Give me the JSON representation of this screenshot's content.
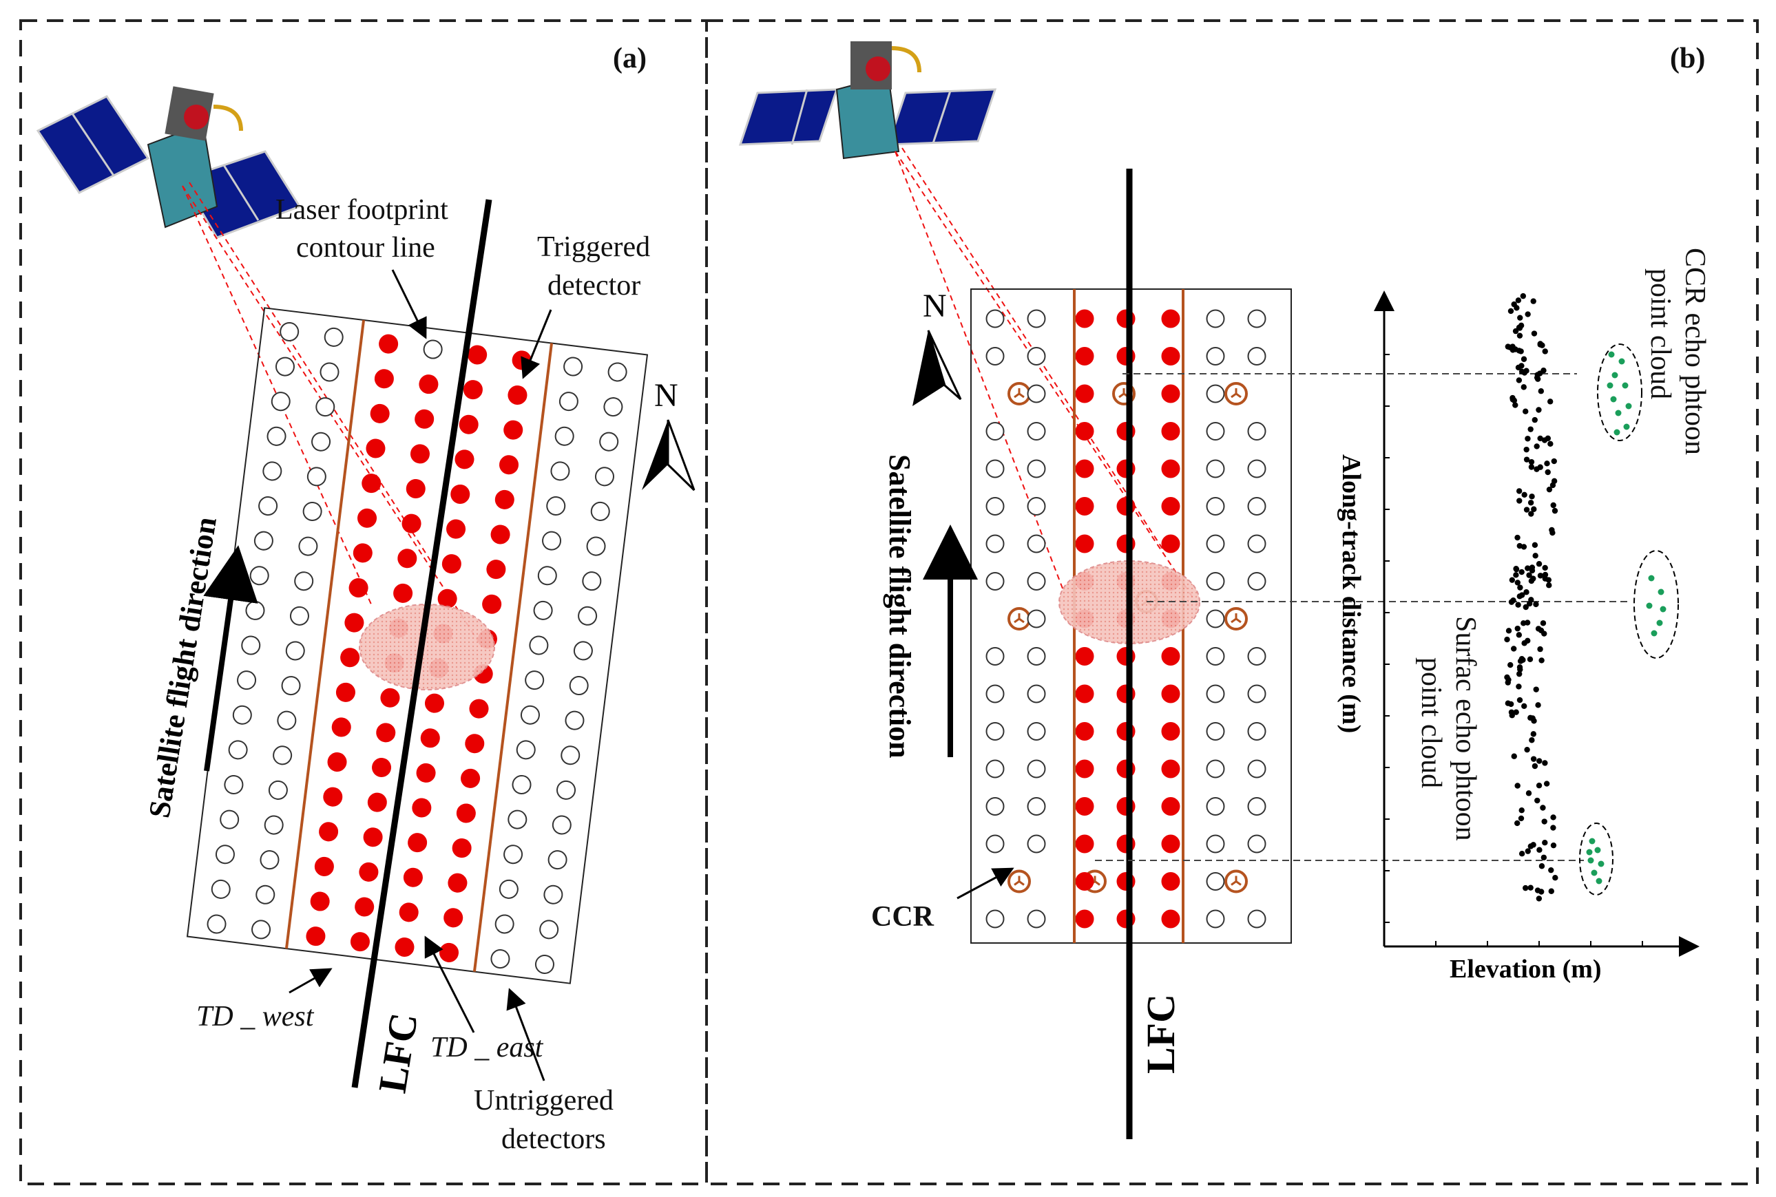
{
  "panel_a": {
    "tag": "(a)",
    "laser_footprint_label_1": "Laser footprint",
    "laser_footprint_label_2": "contour line",
    "triggered_label_1": "Triggered",
    "triggered_label_2": "detector",
    "north": "N",
    "flight_direction": "Satellite flight direction",
    "td_west": "TD _ west",
    "td_east": "TD _ east",
    "lfc": "LFC",
    "untriggered_label_1": "Untriggered",
    "untriggered_label_2": "detectors"
  },
  "panel_b": {
    "tag": "(b)",
    "north": "N",
    "flight_direction": "Satellite flight direction",
    "ccr": "CCR",
    "lfc": "LFC",
    "y_axis": "Along-track distance (m)",
    "x_axis": "Elevation (m)",
    "ccr_cloud_1": "CCR echo phtoon",
    "ccr_cloud_2": "point cloud",
    "surface_cloud_1": "Surfac echo phtoon",
    "surface_cloud_2": "point cloud"
  },
  "colors": {
    "triggered": "#e80000",
    "contour": "#b5531f",
    "ccr": "#b5531f",
    "ccr_points": "#1a9e5a",
    "satellite_panel": "#0a1a8a",
    "footprint": "#f3b8b0"
  }
}
